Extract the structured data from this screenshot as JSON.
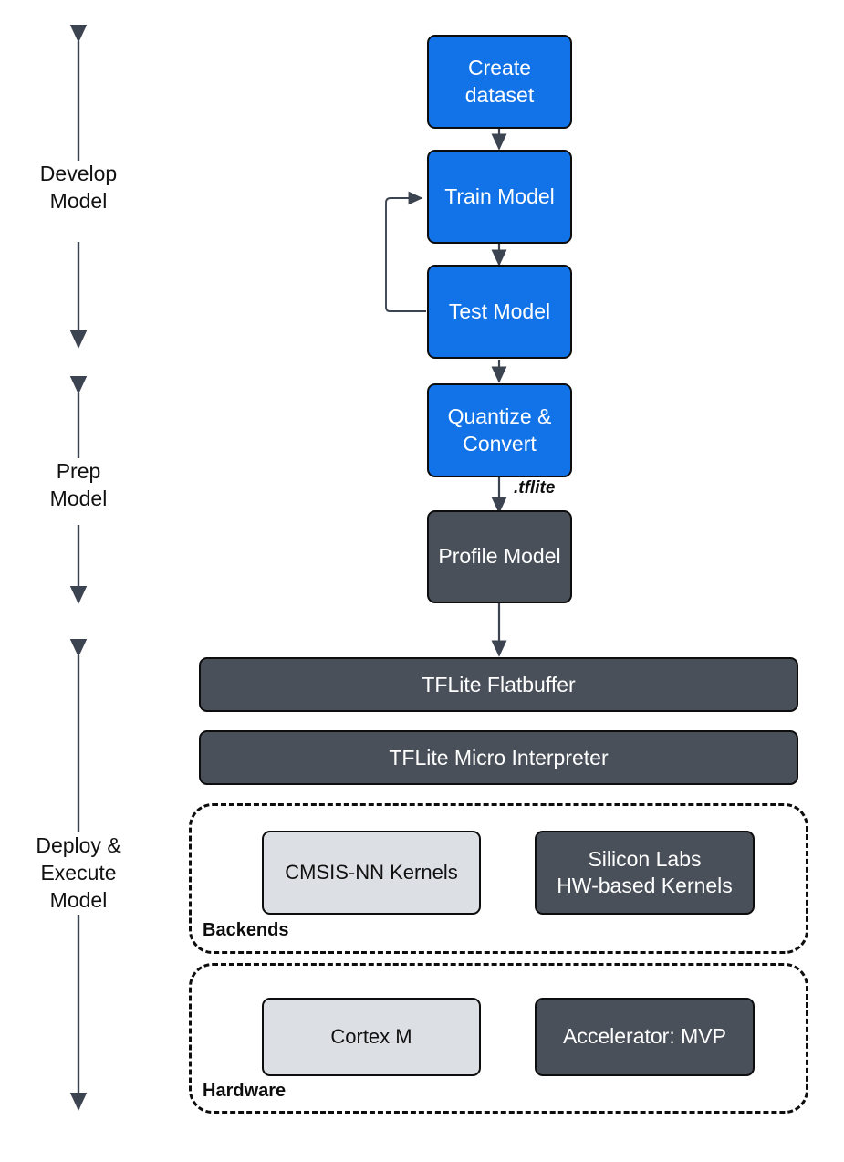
{
  "diagram": {
    "title": "TFLite Micro model development and deployment flow",
    "colors": {
      "blue": "#1273E8",
      "dark_gray": "#4A505A",
      "light_gray": "#DCE0E5",
      "stroke": "#0d0d0d",
      "arrow": "#3D4451"
    }
  },
  "phases": [
    {
      "id": "develop",
      "label": "Develop\nModel"
    },
    {
      "id": "prep",
      "label": "Prep\nModel"
    },
    {
      "id": "deploy",
      "label": "Deploy &\nExecute\nModel"
    }
  ],
  "flow_nodes": [
    {
      "id": "create-dataset",
      "label": "Create\ndataset",
      "style": "blue"
    },
    {
      "id": "train-model",
      "label": "Train Model",
      "style": "blue"
    },
    {
      "id": "test-model",
      "label": "Test Model",
      "style": "blue"
    },
    {
      "id": "quantize-convert",
      "label": "Quantize &\nConvert",
      "style": "blue"
    },
    {
      "id": "profile-model",
      "label": "Profile Model",
      "style": "dark"
    }
  ],
  "edge_labels": [
    {
      "id": "tflite-file",
      "label": ".tflite"
    }
  ],
  "layer_bars": [
    {
      "id": "tflite-flatbuffer",
      "label": "TFLite Flatbuffer"
    },
    {
      "id": "tflite-micro-interpreter",
      "label": "TFLite Micro Interpreter"
    }
  ],
  "groups": [
    {
      "id": "backends",
      "label": "Backends",
      "items": [
        {
          "id": "cmsis-nn-kernels",
          "label": "CMSIS-NN Kernels",
          "style": "light"
        },
        {
          "id": "silicon-labs-hw-kernels",
          "label": "Silicon Labs\nHW-based Kernels",
          "style": "dark"
        }
      ]
    },
    {
      "id": "hardware",
      "label": "Hardware",
      "items": [
        {
          "id": "cortex-m",
          "label": "Cortex M",
          "style": "light"
        },
        {
          "id": "accelerator-mvp",
          "label": "Accelerator: MVP",
          "style": "dark"
        }
      ]
    }
  ]
}
